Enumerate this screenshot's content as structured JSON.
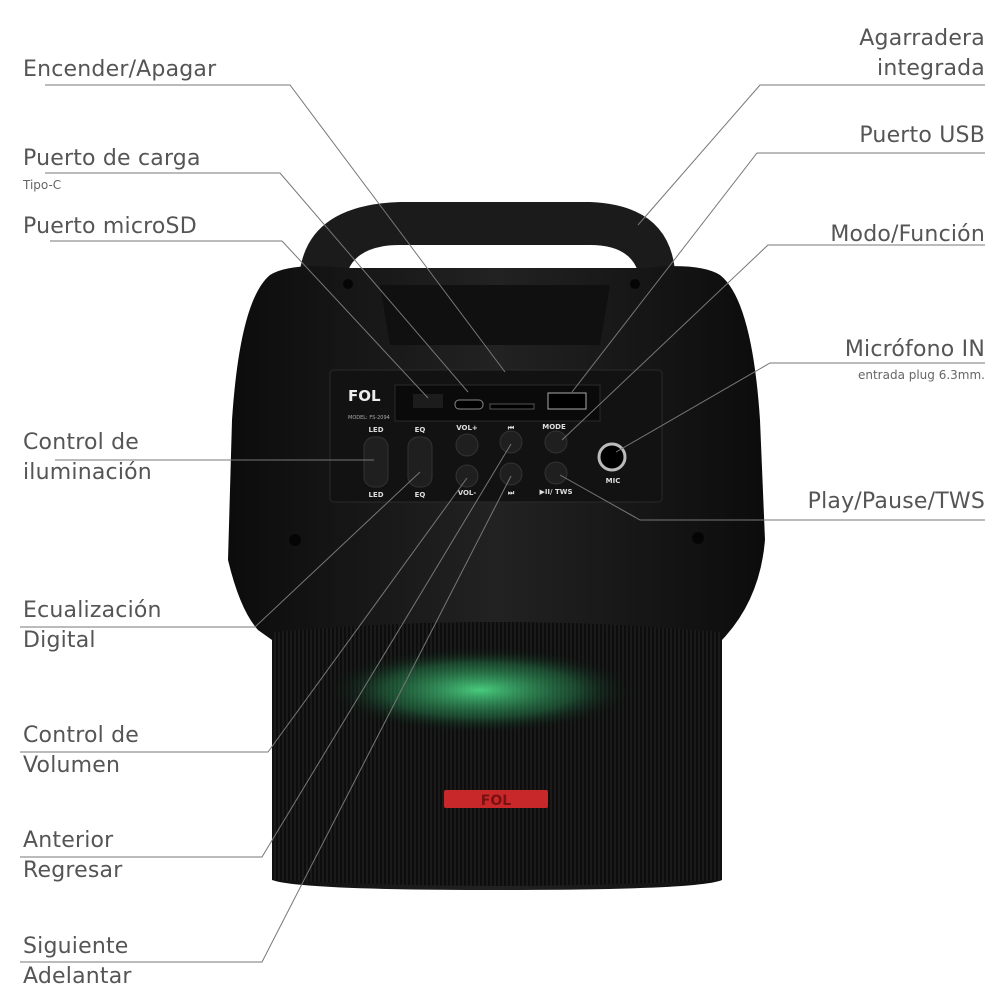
{
  "labels_left": {
    "power": "Encender/Apagar",
    "charge": "Puerto de carga",
    "charge_sub": "Tipo-C",
    "microsd": "Puerto microSD",
    "light_1": "Control de",
    "light_2": "iluminación",
    "eq_1": "Ecualización",
    "eq_2": "Digital",
    "vol_1": "Control de",
    "vol_2": "Volumen",
    "prev_1": "Anterior",
    "prev_2": "Regresar",
    "next_1": "Siguiente",
    "next_2": "Adelantar"
  },
  "labels_right": {
    "handle_1": "Agarradera",
    "handle_2": "integrada",
    "usb": "Puerto USB",
    "mode": "Modo/Función",
    "mic": "Micrófono IN",
    "mic_sub": "entrada plug 6.3mm.",
    "play": "Play/Pause/TWS"
  },
  "panel": {
    "brand": "FOL",
    "model": "MODEL: FS-2094",
    "led": "LED",
    "eq": "EQ",
    "vol_plus": "VOL+",
    "vol_minus": "VOL-",
    "prev": "⏮",
    "next": "⏭",
    "mode": "MODE",
    "play": "▶II/ TWS",
    "mic": "MIC"
  },
  "colors": {
    "body": "#151515",
    "lines": "#777777",
    "glow": "#3fdc7a",
    "logo": "#c8282a"
  }
}
